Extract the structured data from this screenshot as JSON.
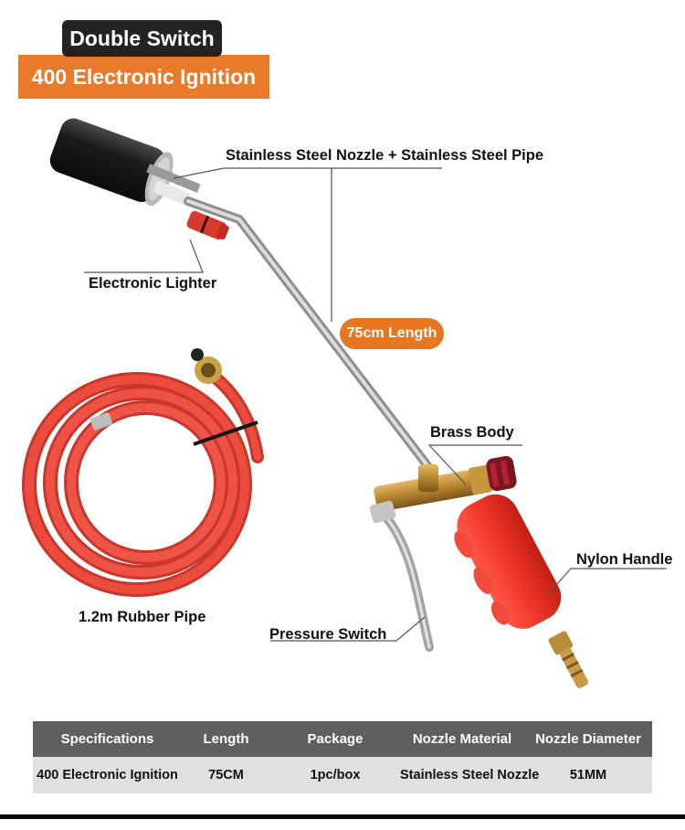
{
  "header": {
    "badge_top": "Double Switch",
    "badge_bottom": "400 Electronic Ignition"
  },
  "callouts": {
    "nozzle": "Stainless Steel Nozzle + Stainless Steel Pipe",
    "lighter": "Electronic Lighter",
    "length": "75cm Length",
    "brass": "Brass Body",
    "handle": "Nylon Handle",
    "hose": "1.2m Rubber Pipe",
    "switch": "Pressure Switch"
  },
  "colors": {
    "accent_orange": "#e87a2a",
    "badge_dark": "#232323",
    "table_header": "#5f5f5f",
    "table_row": "#e0e0e0"
  },
  "spec_table": {
    "headers": [
      "Specifications",
      "Length",
      "Package",
      "Nozzle Material",
      "Nozzle Diameter"
    ],
    "rows": [
      [
        "400 Electronic Ignition",
        "75CM",
        "1pc/box",
        "Stainless Steel Nozzle",
        "51MM"
      ]
    ]
  }
}
